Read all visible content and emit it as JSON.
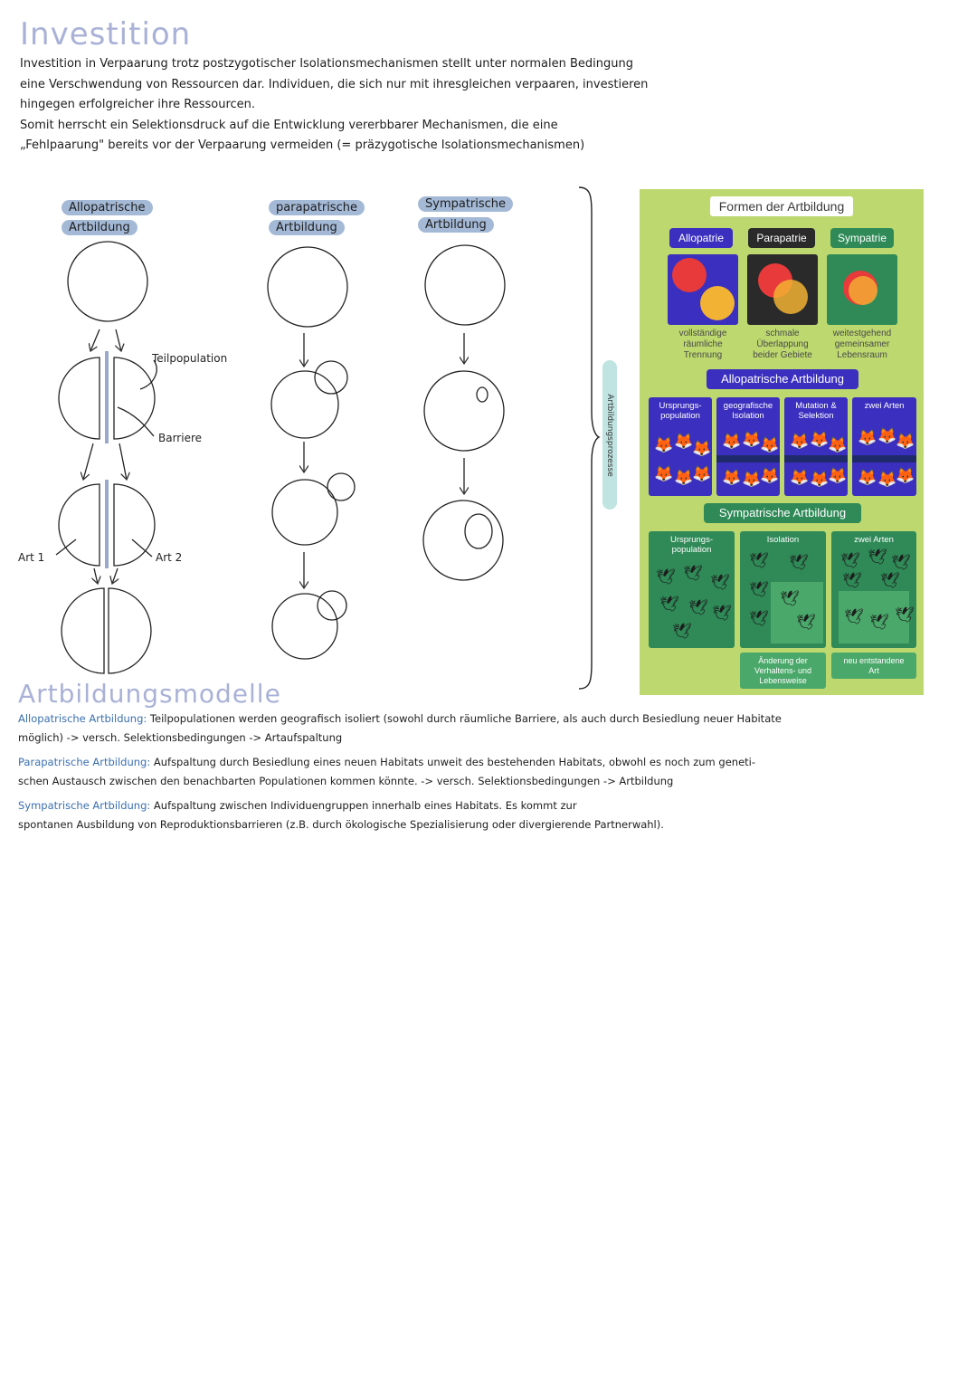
{
  "title": "Investition",
  "intro": [
    "Investition in Verpaarung trotz postzygotischer Isolationsmechanismen stellt unter normalen Bedingung",
    "eine Verschwendung von Ressourcen dar. Individuen, die sich nur mit ihresgleichen verpaaren, investieren",
    "hingegen erfolgreicher ihre Ressourcen.",
    "Somit herrscht ein Selektionsdruck auf die Entwicklung vererbbarer Mechanismen, die eine",
    "„Fehlpaarung\" bereits vor der Verpaarung vermeiden (= präzygotische Isolationsmechanismen)"
  ],
  "sketch": {
    "allo_head": [
      "Allopatrische",
      "Artbildung"
    ],
    "para_head": [
      "parapatrische",
      "Artbildung"
    ],
    "sym_head": [
      "Sympatrische",
      "Artbildung"
    ],
    "label_teilpop": "Teilpopulation",
    "label_barriere": "Barriere",
    "label_art1": "Art 1",
    "label_art2": "Art 2",
    "side_tag": "Artbildungsprozesse"
  },
  "info": {
    "title": "Formen der Artbildung",
    "forms": [
      {
        "label": "Allopatrie",
        "desc": [
          "vollständige",
          "räumliche",
          "Trennung"
        ],
        "chip_color": "#3b2fbf"
      },
      {
        "label": "Parapatrie",
        "desc": [
          "schmale",
          "Überlappung",
          "beider Gebiete"
        ],
        "chip_color": "#2a2a2a"
      },
      {
        "label": "Sympatrie",
        "desc": [
          "weitestgehend",
          "gemeinsamer",
          "Lebensraum"
        ],
        "chip_color": "#2f8a57"
      }
    ],
    "allo_title": "Allopatrische Artbildung",
    "allo_panels": [
      [
        "Ursprungs-",
        "population"
      ],
      [
        "geografische",
        "Isolation"
      ],
      [
        "Mutation &",
        "Selektion"
      ],
      [
        "zwei Arten"
      ]
    ],
    "sym_title": "Sympatrische Artbildung",
    "sym_panels": [
      [
        "Ursprungs-",
        "population"
      ],
      [
        "Isolation"
      ],
      [
        "zwei Arten"
      ]
    ],
    "sym_notes": [
      [
        "Änderung der",
        "Verhaltens- und",
        "Lebensweise"
      ],
      [
        "neu entstandene",
        "Art"
      ]
    ]
  },
  "models_title": "Artbildungsmodelle",
  "models": [
    {
      "term": "Allopatrische Artbildung:",
      "text": " Teilpopulationen werden geografisch isoliert (sowohl durch räumliche Barriere, als auch durch Besiedlung neuer Habitate",
      "text2": "möglich) -> versch. Selektionsbedingungen -> Artaufspaltung"
    },
    {
      "term": "Parapatrische Artbildung:",
      "text": " Aufspaltung durch Besiedlung eines neuen Habitats unweit des bestehenden Habitats, obwohl es noch zum geneti-",
      "text2": "schen Austausch zwischen den benachbarten Populationen kommen könnte. -> versch. Selektionsbedingungen -> Artbildung"
    },
    {
      "term": "Sympatrische Artbildung:",
      "text": " Aufspaltung zwischen Individuengruppen innerhalb eines Habitats. Es kommt zur",
      "text2": "spontanen Ausbildung von Reproduktionsbarrieren (z.B. durch ökologische Spezialisierung oder divergierende Partnerwahl)."
    }
  ]
}
